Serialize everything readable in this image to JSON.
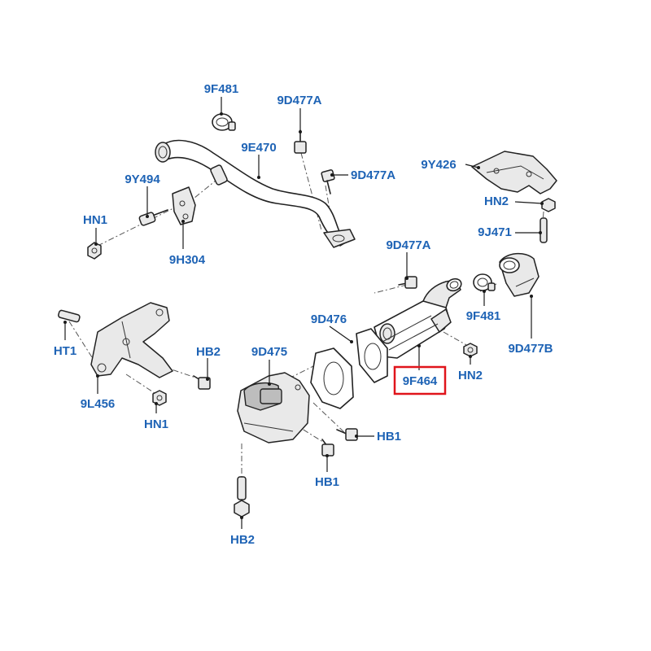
{
  "labels": {
    "l_9f481_top": "9F481",
    "l_9d477a_top": "9D477A",
    "l_9e470": "9E470",
    "l_9d477a_mid": "9D477A",
    "l_9y426": "9Y426",
    "l_9y494": "9Y494",
    "l_hn1_top": "HN1",
    "l_9h304": "9H304",
    "l_hn2_top": "HN2",
    "l_9j471": "9J471",
    "l_9d477a_low": "9D477A",
    "l_9d476": "9D476",
    "l_9f481_right": "9F481",
    "l_ht1": "HT1",
    "l_hb2_left": "HB2",
    "l_9d475": "9D475",
    "l_9f464": "9F464",
    "l_hn2_right": "HN2",
    "l_9d477b": "9D477B",
    "l_9l456": "9L456",
    "l_hn1_low": "HN1",
    "l_hb1_right": "HB1",
    "l_hb1_low": "HB1",
    "l_hb2_bottom": "HB2"
  },
  "highlighted_part": "9F464",
  "colors": {
    "label": "#1e63b5",
    "highlight": "#e0141b",
    "line": "#1a1a1a"
  }
}
